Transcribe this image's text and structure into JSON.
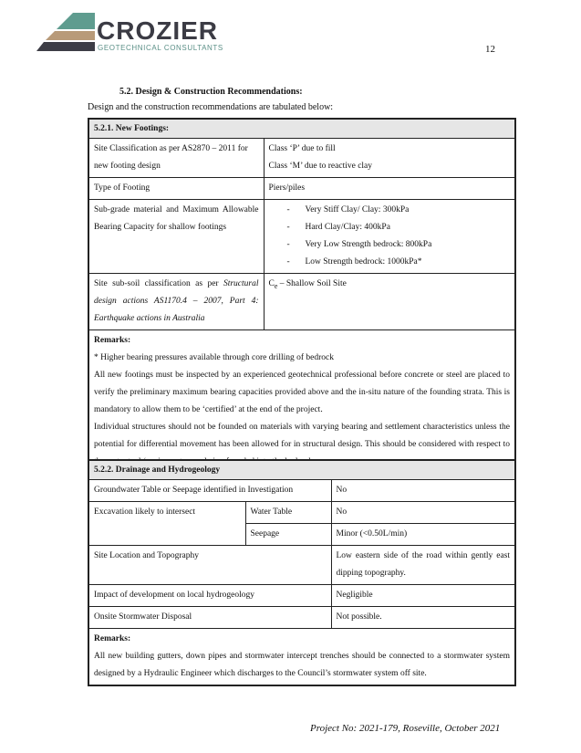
{
  "header": {
    "brand": "CROZIER",
    "tagline": "GEOTECHNICAL CONSULTANTS",
    "page_number": "12"
  },
  "section": {
    "title": "5.2. Design & Construction Recommendations:",
    "intro": "Design and the construction recommendations are tabulated below:"
  },
  "footings": {
    "title": "5.2.1. New Footings:",
    "site_class_label": "Site Classification as per AS2870 – 2011 for new footing design",
    "site_class_values": [
      "Class ‘P’ due to fill",
      "Class ‘M’ due to reactive clay"
    ],
    "type_label": "Type of Footing",
    "type_value": "Piers/piles",
    "bearing_label": "Sub-grade material and Maximum Allowable Bearing Capacity for shallow footings",
    "bearing_items": [
      "Very Stiff Clay/ Clay: 300kPa",
      "Hard Clay/Clay: 400kPa",
      "Very Low Strength bedrock: 800kPa",
      "Low Strength bedrock: 1000kPa*"
    ],
    "seismic_label_pre": "Site sub-soil classification as per ",
    "seismic_label_italic": "Structural design actions AS1170.4 – 2007, Part 4: Earthquake actions in Australia",
    "seismic_class": "C",
    "seismic_sub": "e",
    "seismic_value": " – Shallow Soil Site",
    "remarks_title": "Remarks:",
    "remarks": [
      "* Higher bearing pressures available through core drilling of bedrock",
      "All new footings must be inspected by an experienced geotechnical professional before concrete or steel are placed to verify the preliminary maximum bearing capacities provided above and the in-situ nature of the founding strata. This is mandatory to allow them to be ‘certified’ at the end of the project.",
      "Individual structures should not be founded on materials with varying bearing and settlement characteristics unless the potential for differential movement has been allowed for in structural design. This should be considered with respect to the water tank/equipment room being founded into the bedrock."
    ]
  },
  "drainage": {
    "title": "5.2.2. Drainage and Hydrogeology",
    "gw_label": "Groundwater Table or Seepage identified in Investigation",
    "gw_value": "No",
    "exc_label": "Excavation likely to intersect",
    "water_table_label": "Water Table",
    "water_table_value": "No",
    "seepage_label": "Seepage",
    "seepage_value": "Minor (<0.50L/min)",
    "topo_label": "Site Location and Topography",
    "topo_value": "Low eastern side of the road within gently east dipping topography.",
    "impact_label": "Impact of development on local hydrogeology",
    "impact_value": "Negligible",
    "storm_label": "Onsite Stormwater Disposal",
    "storm_value": "Not possible.",
    "remarks_title": "Remarks:",
    "remarks": "All new building gutters, down pipes and stormwater intercept trenches should be connected to a stormwater system designed by a Hydraulic Engineer which discharges to the Council’s stormwater system off site."
  },
  "footer": "Project No: 2021-179, Roseville, October 2021"
}
